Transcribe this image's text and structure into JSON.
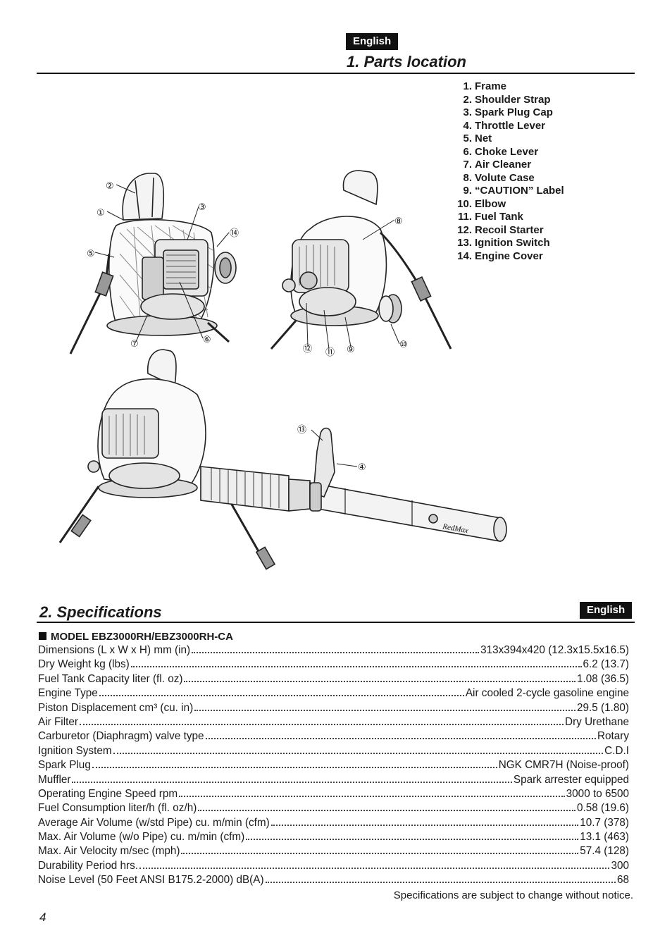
{
  "header": {
    "language_badge": "English",
    "section_title": "1. Parts location"
  },
  "parts": [
    {
      "num": "1.",
      "name": "Frame"
    },
    {
      "num": "2.",
      "name": "Shoulder Strap"
    },
    {
      "num": "3.",
      "name": "Spark Plug Cap"
    },
    {
      "num": "4.",
      "name": "Throttle Lever"
    },
    {
      "num": "5.",
      "name": "Net"
    },
    {
      "num": "6.",
      "name": "Choke Lever"
    },
    {
      "num": "7.",
      "name": "Air Cleaner"
    },
    {
      "num": "8.",
      "name": "Volute Case"
    },
    {
      "num": "9.",
      "name": "“CAUTION” Label"
    },
    {
      "num": "10.",
      "name": "Elbow"
    },
    {
      "num": "11.",
      "name": "Fuel Tank"
    },
    {
      "num": "12.",
      "name": "Recoil Starter"
    },
    {
      "num": "13.",
      "name": "Ignition Switch"
    },
    {
      "num": "14.",
      "name": "Engine Cover"
    }
  ],
  "figure": {
    "callouts": [
      "②",
      "①",
      "③",
      "⑭",
      "⑤",
      "⑦",
      "⑥",
      "⑧",
      "⑫",
      "⑪",
      "⑨",
      "⑩",
      "⑬",
      "④"
    ],
    "brand_mark": "RedMax"
  },
  "specs": {
    "language_badge": "English",
    "section_title": "2. Specifications",
    "model_line": "MODEL  EBZ3000RH/EBZ3000RH-CA",
    "rows": [
      {
        "label": "Dimensions (L x W x H)  mm (in)",
        "value": "313x394x420 (12.3x15.5x16.5)"
      },
      {
        "label": "Dry Weight  kg (lbs)",
        "value": "6.2 (13.7)"
      },
      {
        "label": "Fuel Tank Capacity  liter (fl. oz)",
        "value": "1.08 (36.5)"
      },
      {
        "label": "Engine Type",
        "value": "Air cooled 2-cycle gasoline engine"
      },
      {
        "label": "Piston Displacement  cm³ (cu. in)",
        "value": "29.5 (1.80)"
      },
      {
        "label": "Air Filter",
        "value": "Dry Urethane"
      },
      {
        "label": "Carburetor (Diaphragm)  valve type",
        "value": "Rotary"
      },
      {
        "label": "Ignition System",
        "value": "C.D.I"
      },
      {
        "label": "Spark Plug",
        "value": "NGK CMR7H (Noise-proof)"
      },
      {
        "label": "Muffler",
        "value": "Spark arrester equipped"
      },
      {
        "label": "Operating Engine Speed  rpm",
        "value": "3000 to 6500"
      },
      {
        "label": "Fuel Consumption  liter/h (fl. oz/h)",
        "value": "0.58 (19.6)"
      },
      {
        "label": "Average Air Volume (w/std Pipe)  cu. m/min (cfm)",
        "value": "10.7 (378)"
      },
      {
        "label": "Max. Air Volume (w/o Pipe)  cu. m/min (cfm)",
        "value": "13.1 (463)"
      },
      {
        "label": "Max. Air Velocity  m/sec (mph)",
        "value": "57.4 (128)"
      },
      {
        "label": "Durability Period  hrs.",
        "value": "300"
      },
      {
        "label": "Noise Level (50 Feet ANSI B175.2-2000) dB(A)",
        "value": "68"
      }
    ],
    "note": "Specifications are subject to change without notice."
  },
  "footer": {
    "page_number": "4"
  }
}
